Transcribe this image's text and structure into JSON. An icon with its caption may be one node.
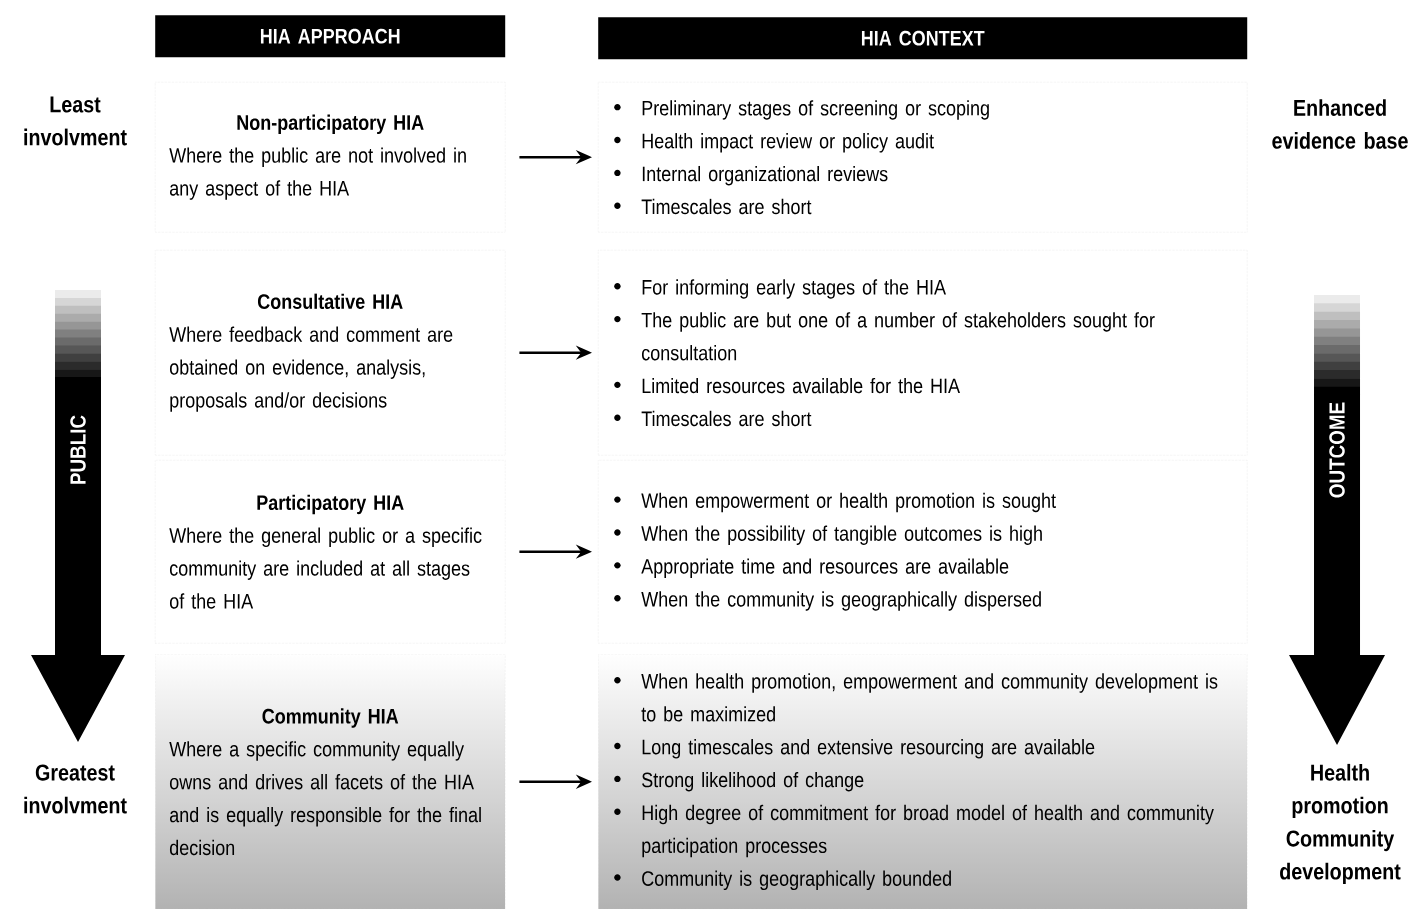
{
  "diagram": {
    "nodes": [
      {
        "text": [
          "HIA APPROACH"
        ]
      },
      {
        "text": [
          "HIA CONTEXT"
        ]
      },
      {
        "text": [
          "Non-participatory HIA",
          "Where the public are not involved in any aspect of the HIA"
        ]
      },
      {
        "text": [
          "Preliminary stages of screening or scoping",
          "Health impact review or policy audit",
          "Internal organizational reviews",
          "Timescales are short"
        ]
      },
      {
        "text": [
          "Consultative HIA",
          "Where feedback and comment are obtained on evidence, analysis, proposals and/or decisions"
        ]
      },
      {
        "text": [
          "For informing early stages of the HIA",
          "The public are but one of a number of stakeholders sought for consultation",
          "Limited resources available for the HIA",
          "Timescales are short"
        ]
      },
      {
        "text": [
          "Participatory HIA",
          "Where the general public or a specific community are included at all stages of the HIA"
        ]
      },
      {
        "text": [
          "When empowerment or health promotion is sought",
          "When the possibility of tangible outcomes is high",
          "Appropriate time and resources are available",
          "When the community is geographically dispersed"
        ]
      },
      {
        "text": [
          "Community HIA",
          "Where a specific community equally owns and drives all facets of the HIA and is equally responsible for the final decision"
        ]
      },
      {
        "text": [
          "When health promotion, empowerment and community development is to be maximized",
          "Long timescales and extensive resourcing are available",
          "Strong likelihood of change",
          "High degree of commitment for broad model of health and community participation processes",
          "Community is geographically bounded"
        ]
      }
    ],
    "edges": [
      {
        "from": 2,
        "to": 3,
        "arrow": "to"
      },
      {
        "from": 4,
        "to": 5,
        "arrow": "to"
      },
      {
        "from": 6,
        "to": 7,
        "arrow": "to"
      },
      {
        "from": 8,
        "to": 9,
        "arrow": "to"
      }
    ],
    "labels": [
      "Least involvment",
      "Enhanced evidence base",
      "PUBLIC",
      "OUTCOME",
      "Greatest involvment",
      "Health promotion",
      "Community development"
    ]
  }
}
